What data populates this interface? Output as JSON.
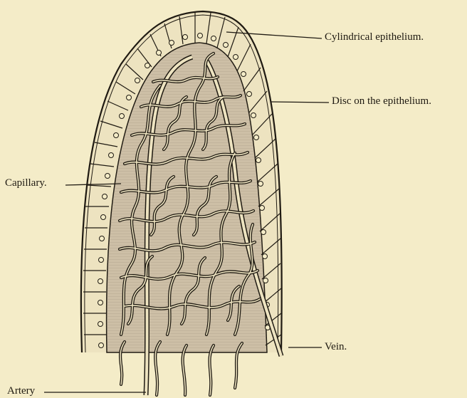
{
  "labels": {
    "cylindrical_epithelium": "Cylindrical epithelium.",
    "disc": "Disc on the epithelium.",
    "capillary": "Capillary.",
    "vein": "Vein.",
    "artery": "Artery"
  },
  "colors": {
    "background": "#f4ecc8",
    "ink": "#1f1a12",
    "stroma": "#cdbfa6"
  }
}
